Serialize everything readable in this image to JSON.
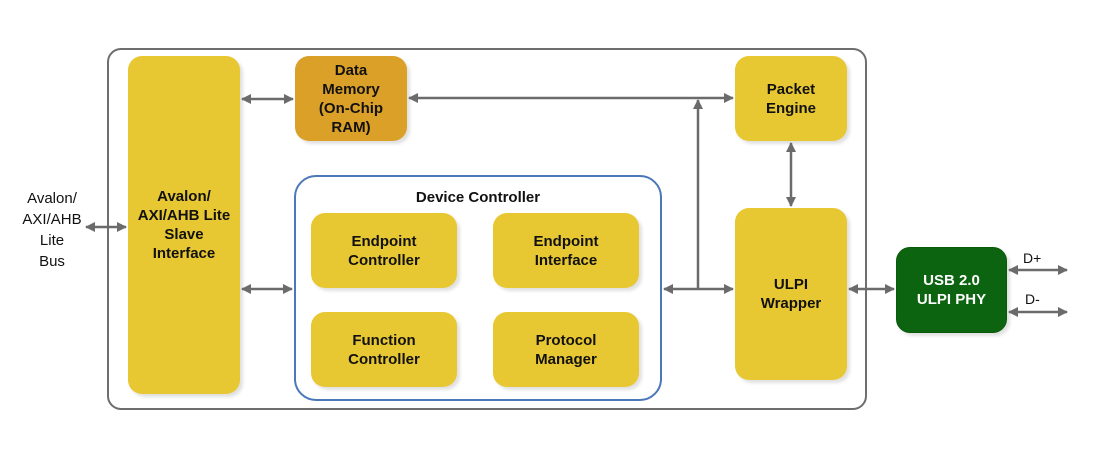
{
  "diagram": {
    "external_bus_label": "Avalon/\nAXI/AHB\nLite\nBus",
    "blocks": {
      "slave_interface": "Avalon/\nAXI/AHB Lite\nSlave\nInterface",
      "data_memory": "Data\nMemory\n(On-Chip\nRAM)",
      "packet_engine": "Packet\nEngine",
      "ulpi_wrapper": "ULPI\nWrapper",
      "usb_phy": "USB 2.0\nULPI PHY"
    },
    "device_controller": {
      "title": "Device Controller",
      "blocks": {
        "endpoint_controller": "Endpoint\nController",
        "endpoint_interface": "Endpoint\nInterface",
        "function_controller": "Function\nController",
        "protocol_manager": "Protocol\nManager"
      }
    },
    "signals": {
      "d_plus": "D+",
      "d_minus": "D-"
    },
    "colors": {
      "core_block": "#e8c832",
      "memory_block": "#dba028",
      "phy_block": "#0d6410",
      "device_controller_border": "#4a78b8",
      "arrow": "#6b6b6b"
    }
  }
}
